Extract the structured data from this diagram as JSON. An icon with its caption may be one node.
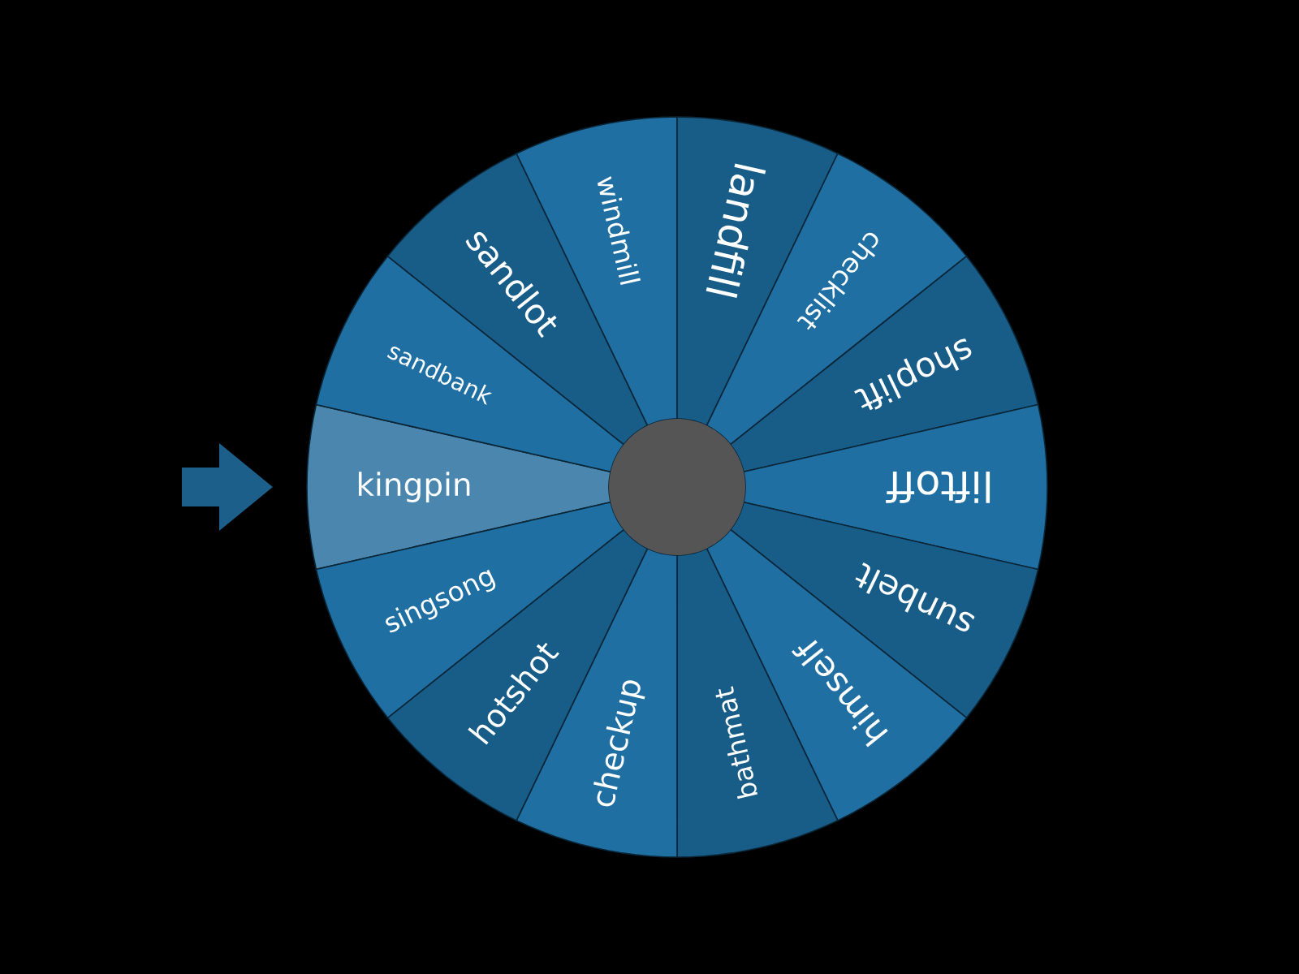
{
  "diagram": {
    "nodes": [
      {
        "text": [
          "kingpin"
        ]
      },
      {
        "text": [
          "sandbank"
        ]
      },
      {
        "text": [
          "sandlot"
        ]
      },
      {
        "text": [
          "windmill"
        ]
      },
      {
        "text": [
          "landfill"
        ]
      },
      {
        "text": [
          "checklist"
        ]
      },
      {
        "text": [
          "shoplift"
        ]
      },
      {
        "text": [
          "liftoff"
        ]
      },
      {
        "text": [
          "sunbelt"
        ]
      },
      {
        "text": [
          "himself"
        ]
      },
      {
        "text": [
          "bathmat"
        ]
      },
      {
        "text": [
          "checkup"
        ]
      },
      {
        "text": [
          "hotshot"
        ]
      },
      {
        "text": [
          "singsong"
        ]
      },
      {
        "text": [],
        "shape": "circle"
      }
    ]
  }
}
